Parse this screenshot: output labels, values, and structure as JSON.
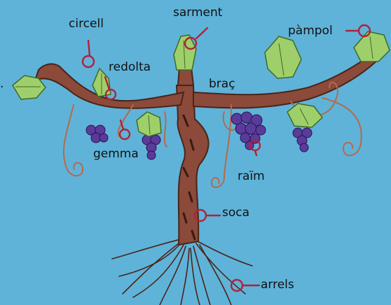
{
  "labels": {
    "circell": "circell",
    "sarment": "sarment",
    "pampol": "pàmpol",
    "redolta": "redolta",
    "brac": "braç",
    "gemma": "gemma",
    "raim": "raïm",
    "soca": "soca",
    "arrels": "arrels",
    "edge_mark": "."
  },
  "colors": {
    "background": "#5fb3d9",
    "trunk": "#8b4a3a",
    "trunk_dark": "#4a2418",
    "leaf": "#9fcf6a",
    "leaf_dark": "#3e6a28",
    "grape": "#5a3a9a",
    "tendril": "#b56a4a",
    "pointer": "#b0223a"
  }
}
